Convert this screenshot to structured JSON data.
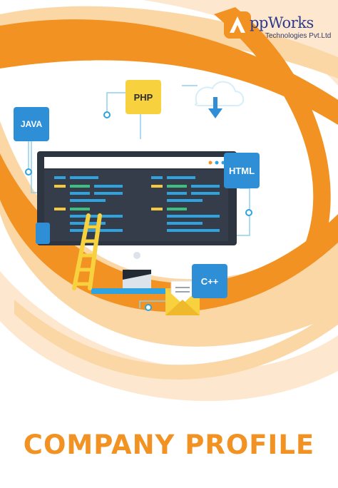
{
  "brand": {
    "letter": "A",
    "name": "ppWorks",
    "subtitle": "Technologies Pvt.Ltd",
    "colors": {
      "primary": "#f29222",
      "navy": "#2d3a8c"
    }
  },
  "tags": {
    "php": "PHP",
    "java": "JAVA",
    "html": "HTML",
    "cpp": "C++"
  },
  "icons": [
    "cloud-download-icon",
    "monitor-icon",
    "mail-icon",
    "ladder-icon"
  ],
  "cover": {
    "title": "COMPANY PROFILE"
  }
}
